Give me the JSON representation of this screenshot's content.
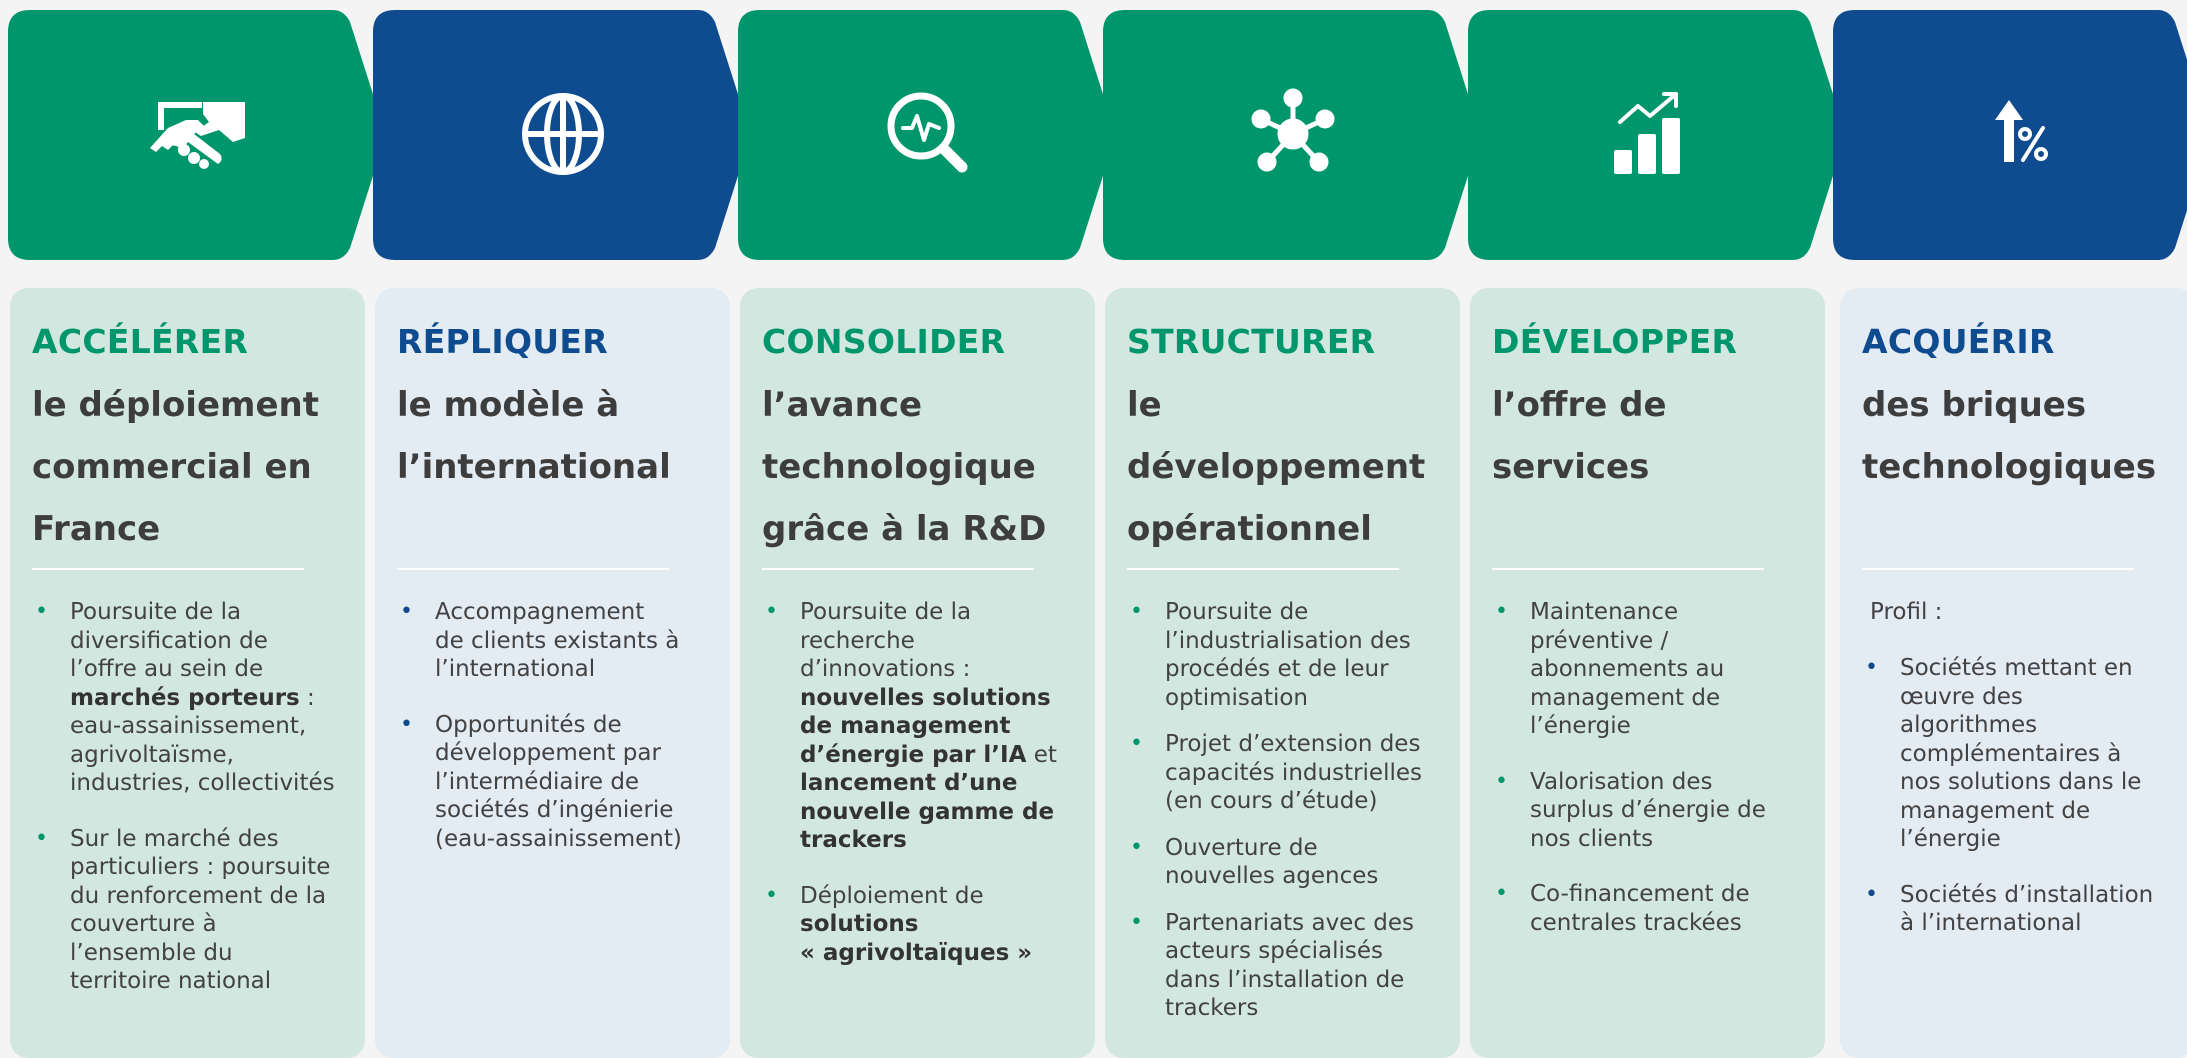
{
  "colors": {
    "green": "#00966b",
    "blue": "#0f4b8f",
    "green_card": "#d3e7e1",
    "blue_card": "#e3ebf3",
    "text": "#424242"
  },
  "steps": [
    {
      "verb": "ACCÉLÉRER",
      "subtitle": [
        "le déploiement",
        "commercial en",
        "France"
      ],
      "icon": "handshake-icon",
      "bullets": [
        [
          "Poursuite de la",
          "diversification de",
          "l’offre au sein de",
          "<b>marchés porteurs</b> :",
          "eau-assainissement,",
          "agrivoltaïsme,",
          "industries, collectivités"
        ],
        [
          "Sur le marché des",
          "particuliers : poursuite",
          "du renforcement de la",
          "couverture à",
          "l’ensemble du",
          "territoire national"
        ]
      ]
    },
    {
      "verb": "RÉPLIQUER",
      "subtitle": [
        "le modèle à",
        "l’international"
      ],
      "icon": "globe-icon",
      "bullets": [
        [
          "Accompagnement",
          "de clients existants à",
          "l’international"
        ],
        [
          "Opportunités de",
          "développement par",
          "l’intermédiaire de",
          "sociétés d’ingénierie",
          "(eau-assainissement)"
        ]
      ]
    },
    {
      "verb": "CONSOLIDER",
      "subtitle": [
        "l’avance",
        "technologique",
        "grâce à la R&D"
      ],
      "icon": "magnifier-pulse-icon",
      "bullets": [
        [
          "Poursuite de la",
          "recherche",
          "d’innovations :",
          "<b>nouvelles solutions</b>",
          "<b>de management</b>",
          "<b>d’énergie par l’IA</b> et",
          "<b>lancement d’une</b>",
          "<b>nouvelle gamme de</b>",
          "<b>trackers</b>"
        ],
        [
          "Déploiement de",
          "<b>solutions</b>",
          "<b>« agrivoltaïques »</b>"
        ]
      ]
    },
    {
      "verb": "STRUCTURER",
      "subtitle": [
        "le développement",
        "opérationnel"
      ],
      "icon": "network-hub-icon",
      "bullets": [
        [
          "Poursuite de",
          "l’industrialisation des",
          "procédés et de leur",
          "optimisation"
        ],
        [
          "Projet d’extension des",
          "capacités industrielles",
          "(en cours d’étude)"
        ],
        [
          "Ouverture de",
          "nouvelles agences"
        ],
        [
          "Partenariats avec des",
          "acteurs spécialisés",
          "dans l’installation de",
          "trackers"
        ]
      ]
    },
    {
      "verb": "DÉVELOPPER",
      "subtitle": [
        "l’offre de services"
      ],
      "icon": "growth-chart-icon",
      "bullets": [
        [
          "Maintenance",
          "préventive /",
          "abonnements au",
          "management de",
          "l’énergie"
        ],
        [
          "Valorisation des",
          "surplus d’énergie de",
          "nos clients"
        ],
        [
          "Co-financement de",
          "centrales trackées"
        ]
      ]
    },
    {
      "verb": "ACQUÉRIR",
      "subtitle": [
        "des briques",
        "technologiques"
      ],
      "icon": "percent-up-icon",
      "profile_label": "Profil :",
      "bullets": [
        [
          "Sociétés mettant en",
          "œuvre des",
          "algorithmes",
          "complémentaires à",
          "nos solutions dans le",
          "management de",
          "l’énergie"
        ],
        [
          "Sociétés d’installation",
          "à l’international"
        ]
      ]
    }
  ]
}
